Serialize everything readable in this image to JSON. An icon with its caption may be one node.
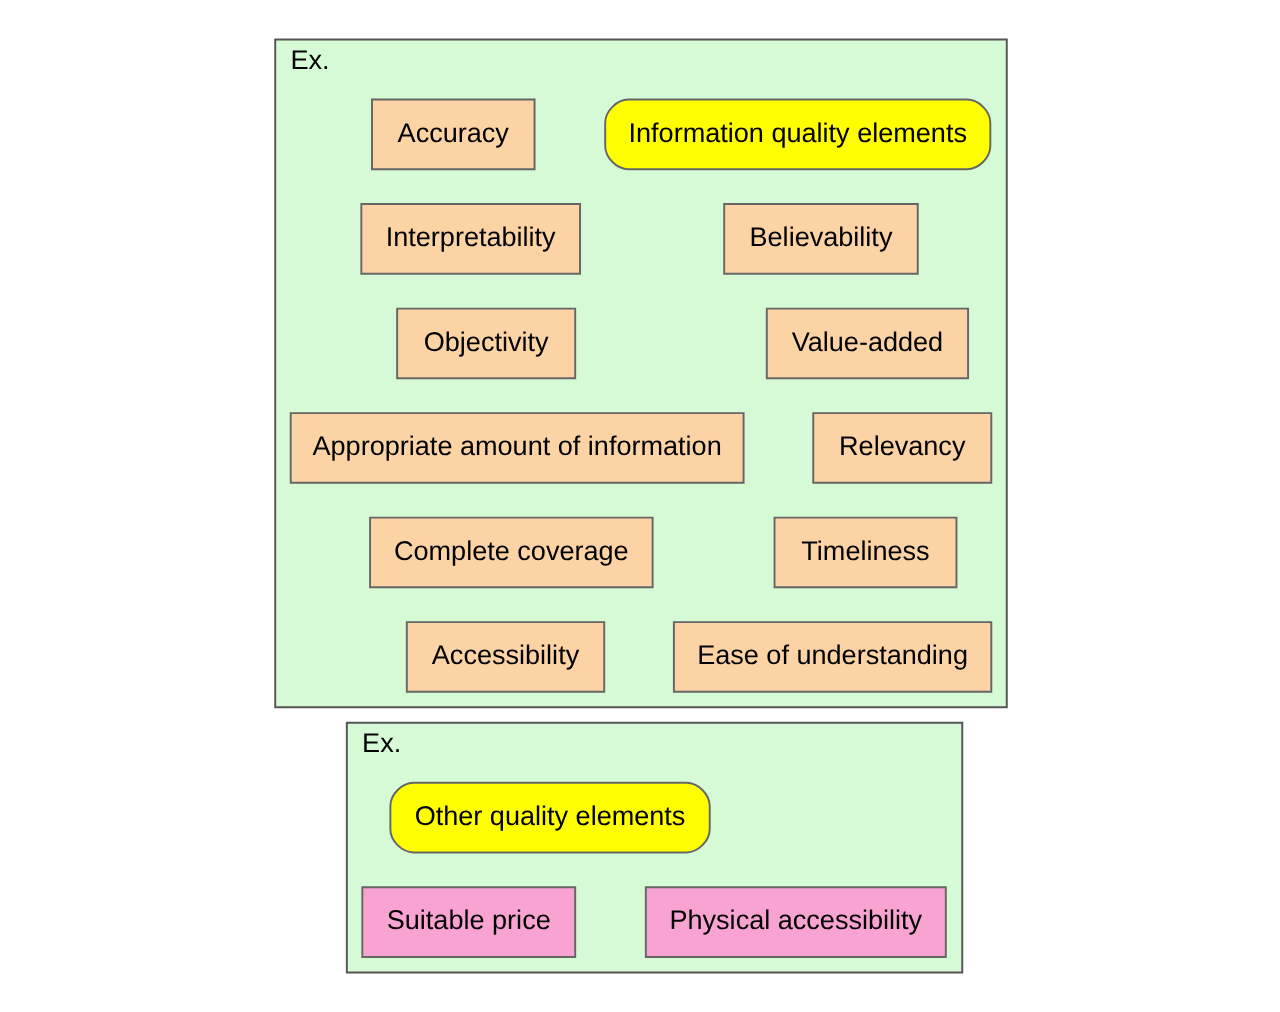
{
  "diagram": {
    "nodes": [
      {
        "text": [
          "Ex."
        ]
      },
      {
        "text": [
          "Information quality elements"
        ],
        "in": 0
      },
      {
        "text": [
          "Believability"
        ],
        "in": 0
      },
      {
        "text": [
          "Value-added"
        ],
        "in": 0
      },
      {
        "text": [
          "Relevancy"
        ],
        "in": 0
      },
      {
        "text": [
          "Timeliness"
        ],
        "in": 0
      },
      {
        "text": [
          "Ease of understanding"
        ],
        "in": 0
      },
      {
        "text": [
          "Accuracy"
        ],
        "in": 0
      },
      {
        "text": [
          "Interpretability"
        ],
        "in": 0
      },
      {
        "text": [
          "Objectivity"
        ],
        "in": 0
      },
      {
        "text": [
          "Appropriate amount of information"
        ],
        "in": 0
      },
      {
        "text": [
          "Complete coverage"
        ],
        "in": 0
      },
      {
        "text": [
          "Accessibility"
        ],
        "in": 0
      },
      {
        "text": [
          "Ex."
        ]
      },
      {
        "text": [
          "Other quality elements"
        ],
        "in": 13
      },
      {
        "text": [
          "Suitable price"
        ],
        "in": 13
      },
      {
        "text": [
          "Physical accessibility"
        ],
        "in": 13
      }
    ]
  }
}
